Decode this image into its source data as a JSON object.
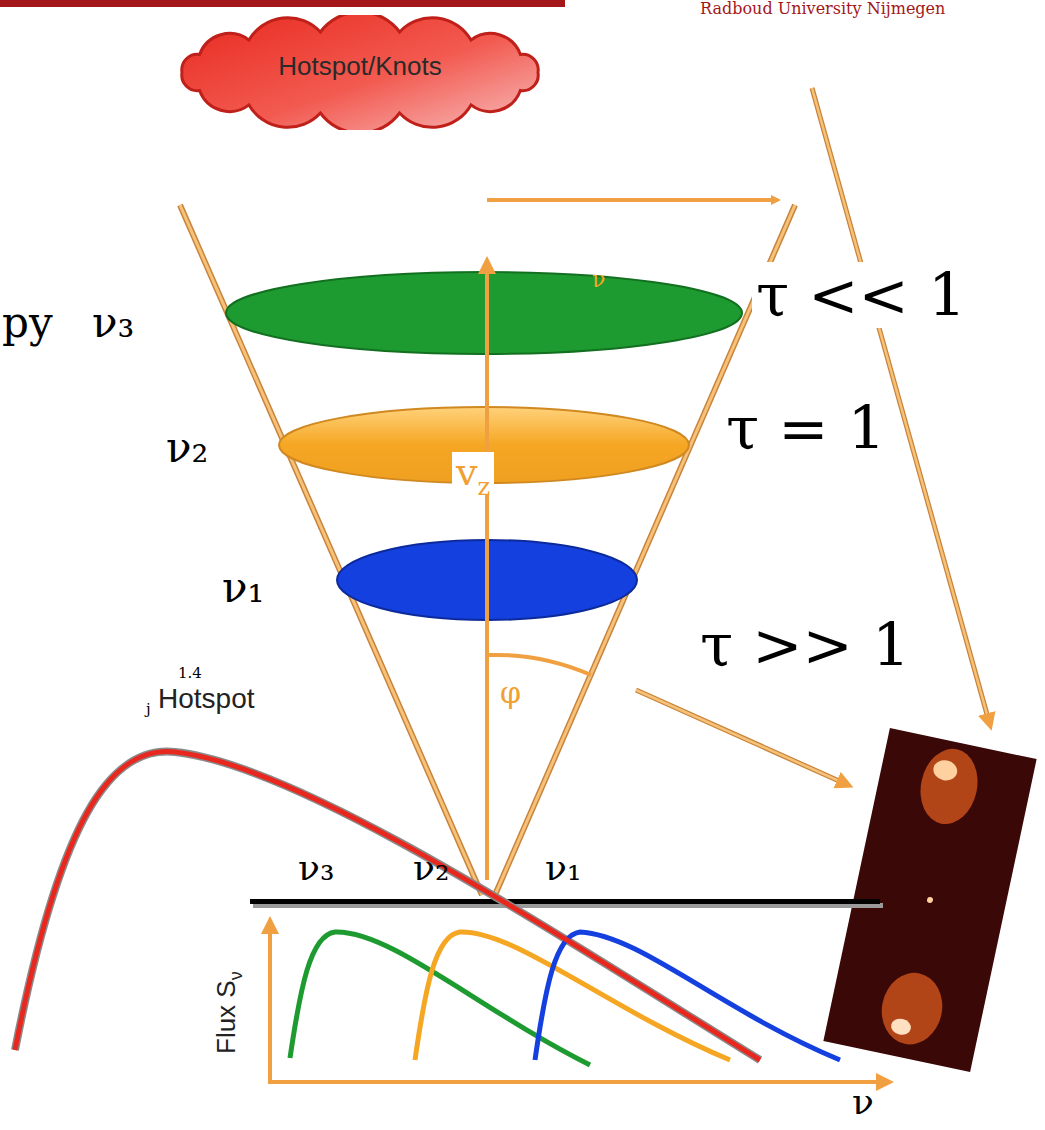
{
  "diagram": {
    "nodes": [
      {
        "text": [
          "Hotspot/Knots"
        ]
      }
    ],
    "labels": [
      "Radboud University Nijmegen",
      "py",
      "ν₃",
      "ν₂",
      "ν₁",
      "ν",
      "v",
      "z",
      "τ << 1",
      "τ = 1",
      "τ >> 1",
      "φ",
      "1.4",
      "j",
      "Hotspot",
      "ν₃",
      "ν₂",
      "ν₁",
      "Flux S",
      "ν",
      "ν"
    ]
  }
}
